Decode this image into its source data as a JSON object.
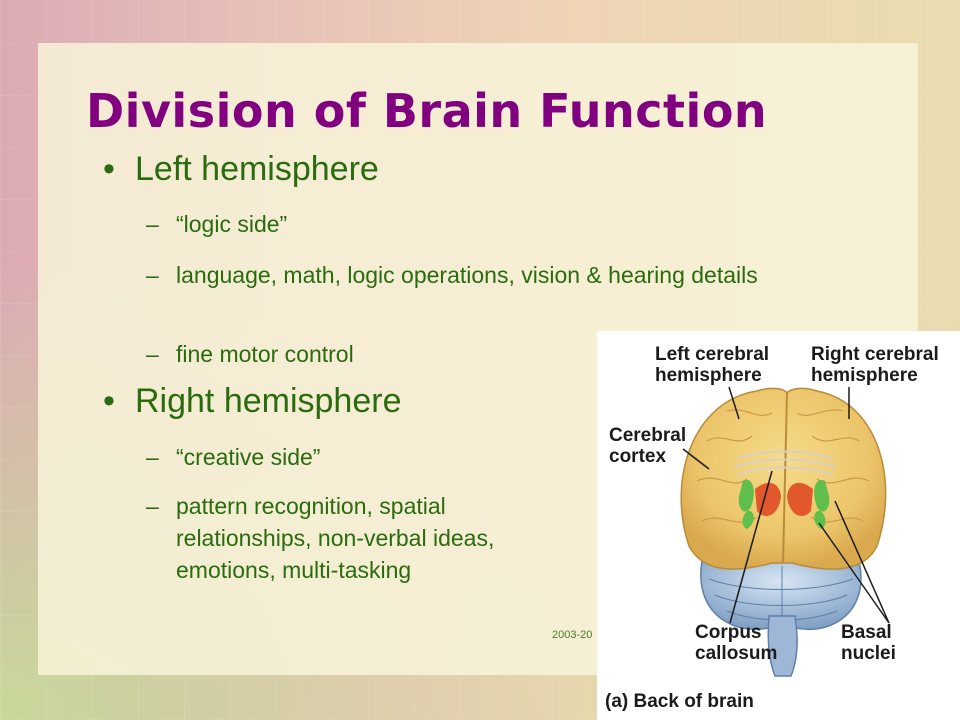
{
  "slide": {
    "title": "Division of Brain Function",
    "sections": [
      {
        "heading": "Left hemisphere",
        "points": [
          "“logic side”",
          "language, math, logic operations, vision & hearing details",
          "fine motor control"
        ]
      },
      {
        "heading": "Right hemisphere",
        "points": [
          "“creative side”",
          "pattern recognition, spatial relationships, non-verbal ideas, emotions, multi-tasking"
        ]
      }
    ],
    "footer": "2003-20"
  },
  "figure": {
    "labels": {
      "left_hemisphere": [
        "Left cerebral",
        "hemisphere"
      ],
      "right_hemisphere": [
        "Right cerebral",
        "hemisphere"
      ],
      "cortex": [
        "Cerebral",
        "cortex"
      ],
      "corpus": [
        "Corpus",
        "callosum"
      ],
      "basal": [
        "Basal",
        "nuclei"
      ]
    },
    "caption": "(a) Back of brain"
  },
  "symbols": {
    "bullet": "•",
    "dash": "–"
  },
  "colors": {
    "title": "#800080",
    "body_text": "#2a6b0e"
  }
}
